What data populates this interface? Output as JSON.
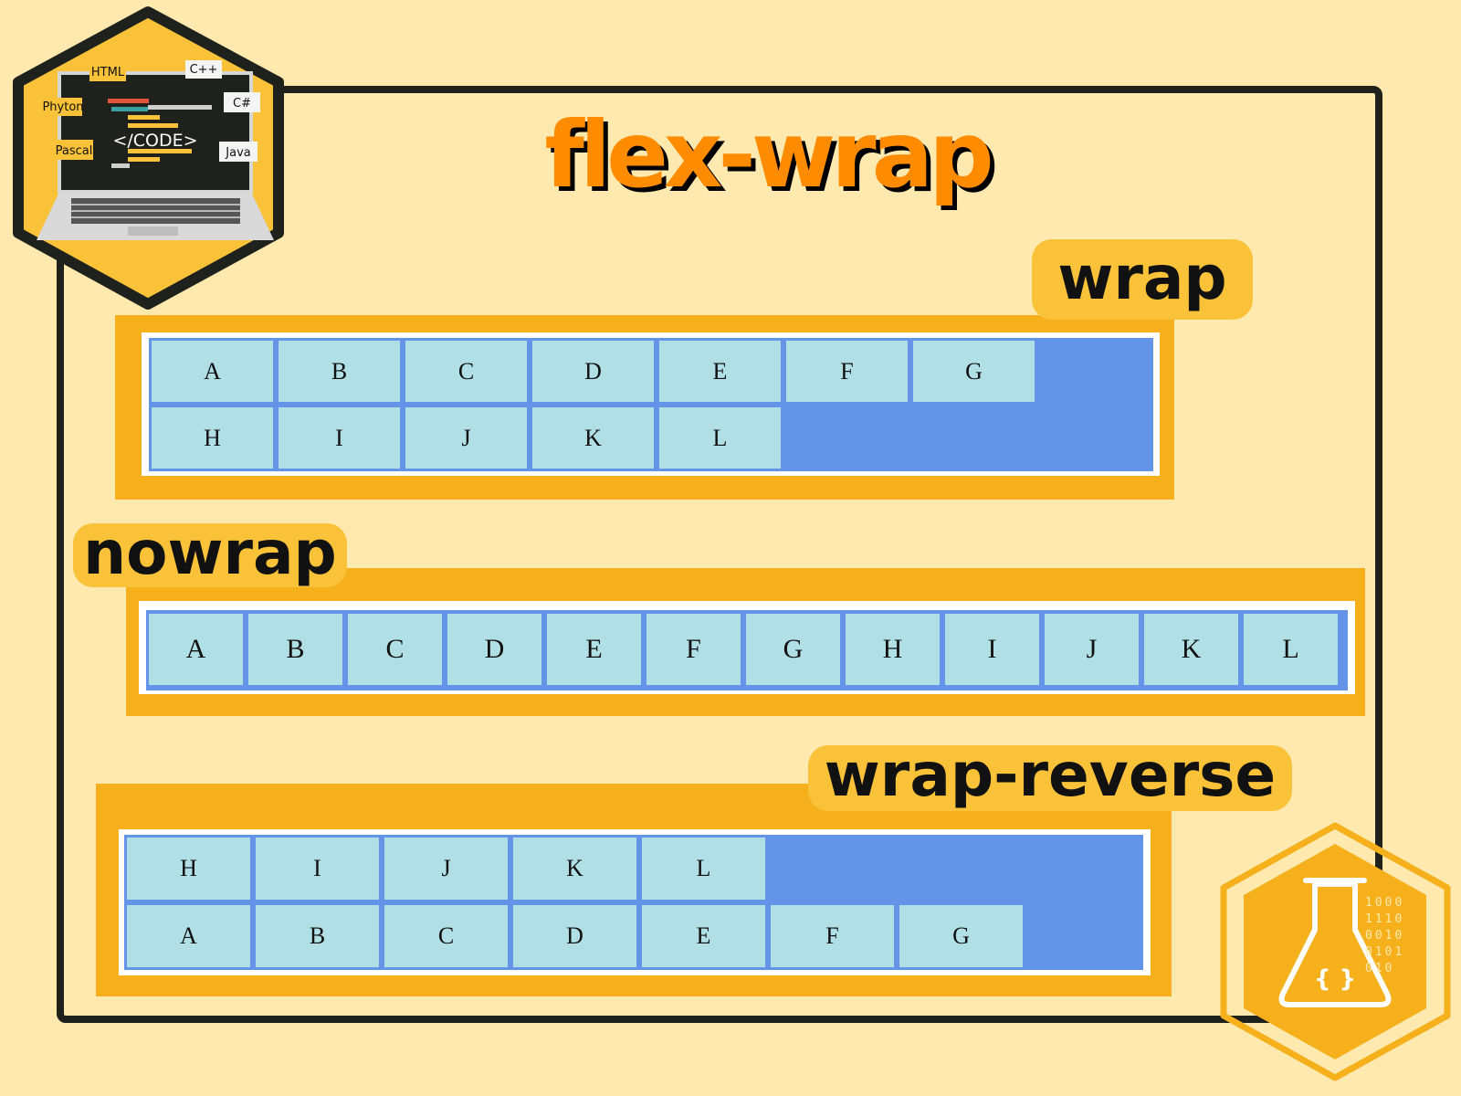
{
  "title": "flex-wrap",
  "colors": {
    "background": "#ffe9ae",
    "frame": "#1e211c",
    "title": "#ff8c00",
    "panel": "#f5b01c",
    "tag": "#f9c238",
    "flex_container": "#6494e8",
    "flex_item": "#b0e0e6"
  },
  "sections": {
    "wrap": {
      "label": "wrap",
      "items": [
        "A",
        "B",
        "C",
        "D",
        "E",
        "F",
        "G",
        "H",
        "I",
        "J",
        "K",
        "L"
      ]
    },
    "nowrap": {
      "label": "nowrap",
      "items": [
        "A",
        "B",
        "C",
        "D",
        "E",
        "F",
        "G",
        "H",
        "I",
        "J",
        "K",
        "L"
      ]
    },
    "wrap_reverse": {
      "label": "wrap-reverse",
      "items": [
        "A",
        "B",
        "C",
        "D",
        "E",
        "F",
        "G",
        "H",
        "I",
        "J",
        "K",
        "L"
      ]
    }
  },
  "laptop_logo": {
    "screen_text": "</CODE>",
    "languages": [
      "HTML",
      "C++",
      "Phyton",
      "C#",
      "Pascal",
      "Java"
    ]
  },
  "flask_logo": {
    "flask_text": "{ }",
    "binary": [
      "1000",
      "1110",
      "0010",
      "0101",
      "010"
    ]
  }
}
